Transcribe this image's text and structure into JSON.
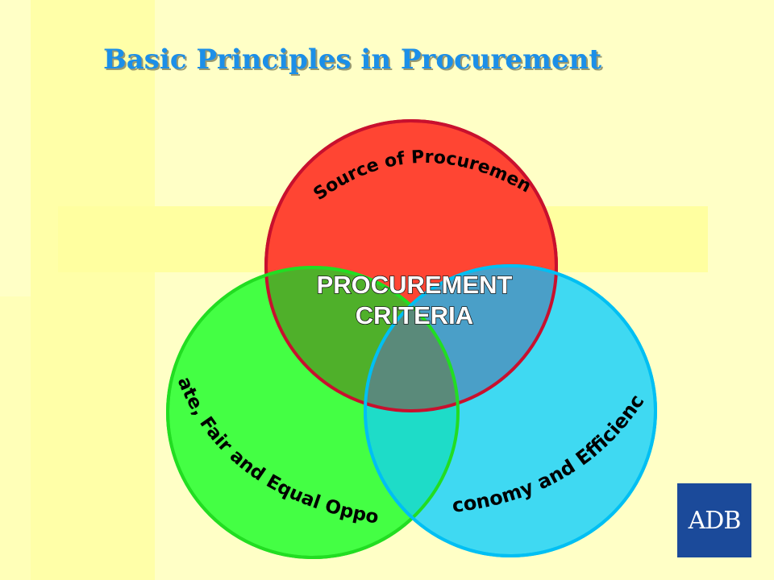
{
  "slide": {
    "title": "Basic Principles in Procurement"
  },
  "diagram": {
    "center_label_line1": "PROCUREMENT",
    "center_label_line2": "CRITERIA",
    "circles": [
      {
        "id": "top",
        "label": "Source of Procurement",
        "fill": "#FF4533",
        "stroke": "#C8102E"
      },
      {
        "id": "left",
        "label": "Adequate, Fair and Equal Opportunity",
        "fill": "#44FF44",
        "stroke": "#22DD22"
      },
      {
        "id": "right",
        "label": "Economy and Efficiency",
        "fill": "#3FD9F2",
        "stroke": "#00BFF3"
      }
    ],
    "overlap_colors": {
      "red_green": "#4FB02A",
      "red_blue": "#4A9FC8",
      "green_blue": "#1EDCC8",
      "center": "#5A8A7A"
    }
  },
  "logo": {
    "text": "ADB",
    "color": "#1B4A9A"
  }
}
